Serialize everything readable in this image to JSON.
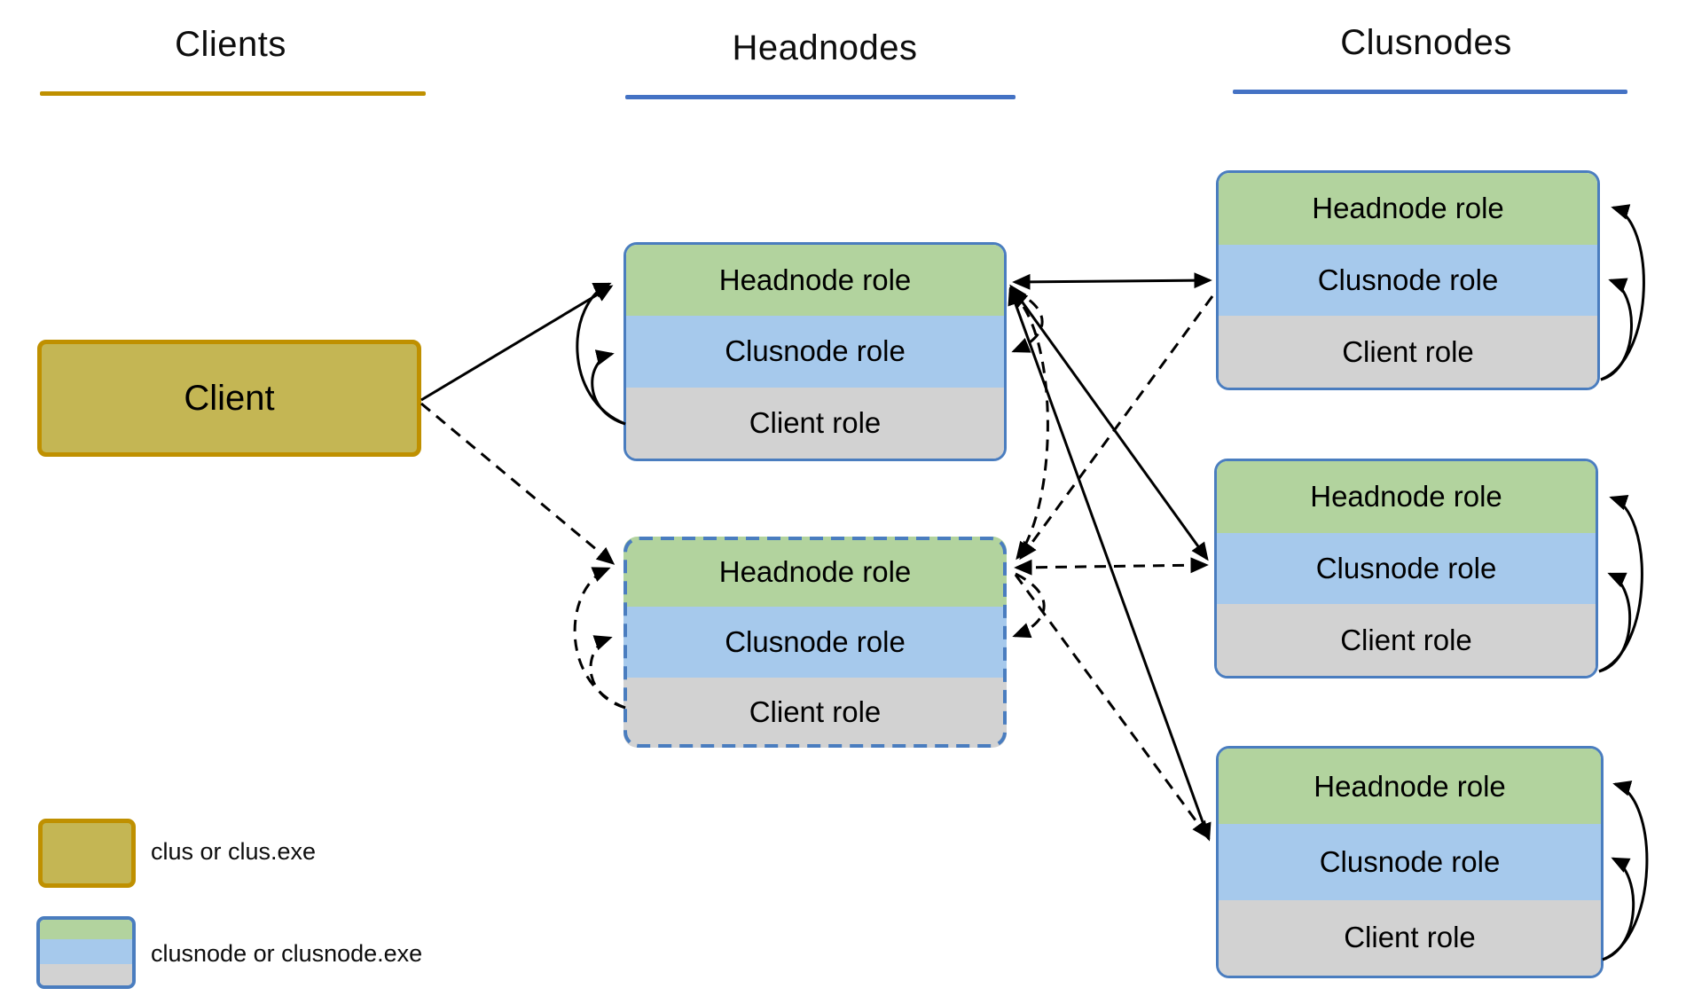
{
  "diagram": {
    "columns": [
      {
        "id": "clients",
        "title": "Clients"
      },
      {
        "id": "headnodes",
        "title": "Headnodes"
      },
      {
        "id": "clusnodes",
        "title": "Clusnodes"
      }
    ],
    "client": {
      "label": "Client"
    },
    "headnodes": [
      {
        "name": "headnode-1",
        "border": "solid",
        "roles": [
          "Headnode role",
          "Clusnode role",
          "Client role"
        ]
      },
      {
        "name": "headnode-2",
        "border": "dashed",
        "roles": [
          "Headnode role",
          "Clusnode role",
          "Client role"
        ]
      }
    ],
    "clusnodes": [
      {
        "name": "clusnode-1",
        "roles": [
          "Headnode role",
          "Clusnode role",
          "Client role"
        ]
      },
      {
        "name": "clusnode-2",
        "roles": [
          "Headnode role",
          "Clusnode role",
          "Client role"
        ]
      },
      {
        "name": "clusnode-3",
        "roles": [
          "Headnode role",
          "Clusnode role",
          "Client role"
        ]
      }
    ],
    "legend": [
      {
        "swatch": "client-node",
        "label": "clus or clus.exe"
      },
      {
        "swatch": "clusnode-node",
        "label": "clusnode or clusnode.exe"
      }
    ],
    "edges": [
      {
        "from": "client",
        "to": "headnode-1.headnode-role",
        "style": "solid"
      },
      {
        "from": "client",
        "to": "headnode-2.headnode-role",
        "style": "dashed"
      },
      {
        "from": "headnode-1.client-role",
        "to": "headnode-1.headnode-role",
        "style": "solid",
        "shape": "self-arc-left"
      },
      {
        "from": "headnode-1.client-role",
        "to": "headnode-1.clusnode-role",
        "style": "solid",
        "shape": "self-arc-left"
      },
      {
        "from": "headnode-2.client-role",
        "to": "headnode-2.headnode-role",
        "style": "dashed",
        "shape": "self-arc-left"
      },
      {
        "from": "headnode-2.client-role",
        "to": "headnode-2.clusnode-role",
        "style": "dashed",
        "shape": "self-arc-left"
      },
      {
        "from": "headnode-1.headnode-role",
        "to": "clusnode-1.clusnode-role",
        "style": "solid",
        "bidirectional": true
      },
      {
        "from": "headnode-1.headnode-role",
        "to": "clusnode-2.clusnode-role",
        "style": "solid",
        "bidirectional": true
      },
      {
        "from": "headnode-1.headnode-role",
        "to": "clusnode-3.clusnode-role",
        "style": "solid",
        "bidirectional": true
      },
      {
        "from": "headnode-2.headnode-role",
        "to": "clusnode-2.clusnode-role",
        "style": "dashed",
        "bidirectional": true
      },
      {
        "from": "clusnode-1.clusnode-role",
        "to": "headnode-2.headnode-role",
        "style": "dashed"
      },
      {
        "from": "headnode-2.headnode-role",
        "to": "clusnode-3.clusnode-role",
        "style": "dashed"
      },
      {
        "from": "headnode-1.headnode-role",
        "to": "headnode-2.headnode-role",
        "style": "dashed",
        "shape": "arc",
        "bidirectional": true
      },
      {
        "from": "headnode-1.headnode-role",
        "to": "headnode-1.clusnode-role",
        "style": "dashed",
        "shape": "self-arc-right"
      },
      {
        "from": "headnode-2.headnode-role",
        "to": "headnode-2.clusnode-role",
        "style": "dashed",
        "shape": "self-arc-right"
      },
      {
        "from": "clusnode-1.client-role",
        "to": "clusnode-1.headnode-role",
        "style": "solid",
        "shape": "self-arc-right"
      },
      {
        "from": "clusnode-1.client-role",
        "to": "clusnode-1.clusnode-role",
        "style": "solid",
        "shape": "self-arc-right"
      },
      {
        "from": "clusnode-2.client-role",
        "to": "clusnode-2.headnode-role",
        "style": "solid",
        "shape": "self-arc-right"
      },
      {
        "from": "clusnode-2.client-role",
        "to": "clusnode-2.clusnode-role",
        "style": "solid",
        "shape": "self-arc-right"
      },
      {
        "from": "clusnode-3.client-role",
        "to": "clusnode-3.headnode-role",
        "style": "solid",
        "shape": "self-arc-right"
      },
      {
        "from": "clusnode-3.client-role",
        "to": "clusnode-3.clusnode-role",
        "style": "solid",
        "shape": "self-arc-right"
      }
    ],
    "colors": {
      "headnode_role_fill": "#b2d39e",
      "clusnode_role_fill": "#a6c9ec",
      "client_role_fill": "#d2d2d2",
      "node_border": "#4a7dbf",
      "client_fill": "#c4b654",
      "client_border": "#bf9000",
      "clients_underline": "#bf9000",
      "nodes_underline": "#4472c4",
      "arrow": "#000000"
    }
  }
}
